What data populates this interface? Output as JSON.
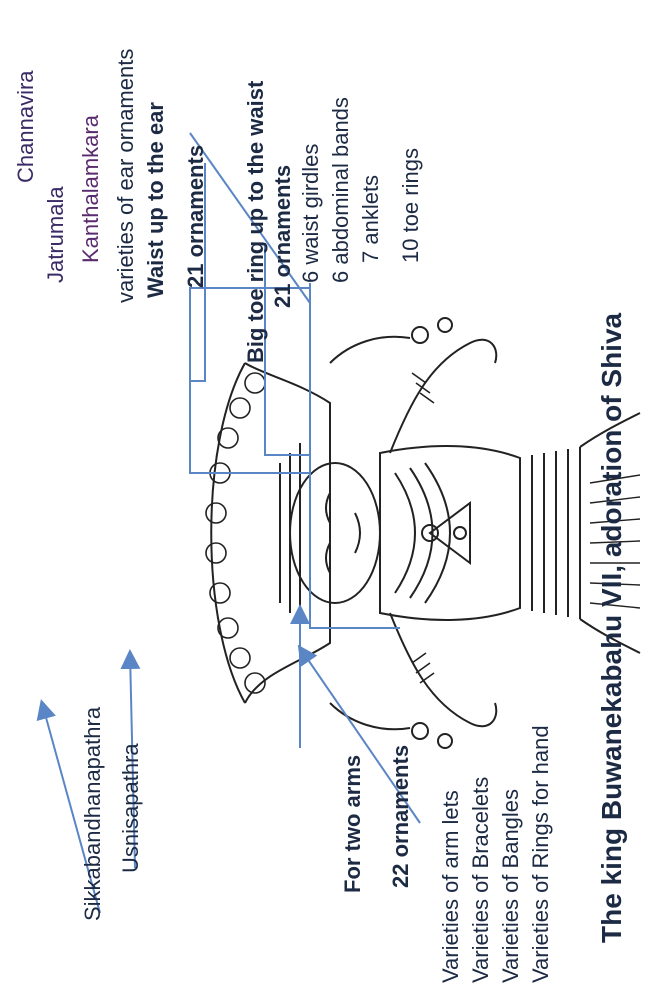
{
  "labels": {
    "sikkabandhanapathra": "Sikkabandhanapathra",
    "usnisapathra": "Usnisapathra",
    "for_two_arms": "For two arms",
    "arms_count": "22 ornaments",
    "arm_items": [
      "Varieties of arm lets",
      "Varieties of Bracelets",
      "Varieties of Bangles",
      "Varieties of Rings for hand"
    ],
    "channavira": "Channavira",
    "jatrumala": "Jatrumala",
    "kanthalamkara": "Kanthalamkara",
    "ear_ornaments": "varieties of ear ornaments",
    "waist_to_ear": "Waist up to the ear",
    "waist_count": "21 ornaments",
    "toe_to_waist": "Big toe ring up to the waist",
    "toe_count": "21 ornaments",
    "toe_items": [
      "6 waist girdles",
      "6  abdominal bands",
      "7 anklets",
      "10 toe rings"
    ]
  },
  "title": "The king Buwanekabahu VII,   adoration of Shiva",
  "colors": {
    "text": "#1c2a44",
    "text_alt": "#5a2a6e",
    "arrow": "#5b86c5",
    "line_art": "#222222"
  }
}
